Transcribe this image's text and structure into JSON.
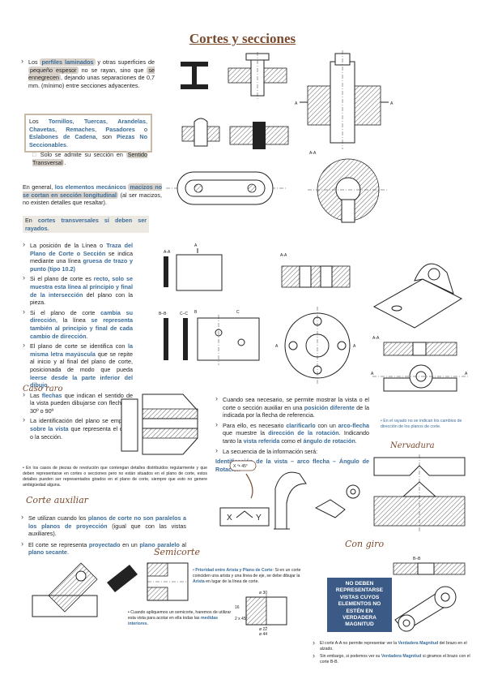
{
  "title": "Cortes y secciones",
  "s1": {
    "p1": [
      "Los ",
      "perfiles laminados",
      " y otras superficies de ",
      "pequeño espesor",
      " no se rayan, sino que ",
      "se ennegrecen",
      ", dejando unas separaciones de 0,7 mm. (mínimo) entre secciones adyacentes."
    ]
  },
  "s2": {
    "p1": [
      "Los ",
      "Tornillos",
      ", ",
      "Tuercas",
      ", ",
      "Arandelas",
      ", ",
      "Chavetas",
      ", ",
      "Remaches",
      ", ",
      "Pasadores",
      " o ",
      "Eslabones de Cadena",
      ", son ",
      "Piezas No Seccionables",
      "."
    ],
    "p2": [
      "Solo se admite su sección en ",
      "Sentido Transversal",
      "."
    ]
  },
  "s3": {
    "p1": [
      "En general, ",
      "los elementos mecánicos ",
      "macizos no se cortan en sección longitudinal",
      " (al ser macizos, no existen detalles que resaltar)."
    ],
    "p2": [
      "En ",
      "cortes transversales",
      " ",
      "sí deben ser rayados",
      "."
    ]
  },
  "s4": {
    "items": [
      [
        "La posición de la Línea o ",
        "Traza del Plano de Corte o Sección",
        " se indica mediante una línea ",
        "gruesa de trazo y punto (tipo 10.2)",
        ""
      ],
      [
        "Si el plano de corte es ",
        "recto, solo se muestra esta línea al principio y final de la intersección",
        " del plano con la pieza.",
        "",
        ""
      ],
      [
        "Si el plano de corte ",
        "cambia su dirección",
        ", la línea ",
        "se representa también al principio y final de cada cambio de dirección",
        "."
      ],
      [
        "El plano de corte se identifica con ",
        "la misma letra mayúscula",
        " que se repite al inicio y al final del plano de corte, posicionada de modo que pueda ",
        "leerse desde la parte inferior del dibujo",
        "."
      ],
      [
        "Las ",
        "flechas",
        " que indican el sentido de la vista pueden dibujarse con flechas a 30º o 90º",
        "",
        ""
      ],
      [
        "La identificación del plano se emplaza ",
        "sobre la vista",
        " que representa el corte o la sección.",
        "",
        ""
      ]
    ]
  },
  "s5": {
    "items": [
      [
        "Cuando sea necesario, se permite mostrar la vista o el corte o sección auxiliar en una ",
        "posición diferente",
        " de la indicada por la flecha de referencia.",
        "",
        ""
      ],
      [
        "Para ello, es necesario ",
        "clarificarlo",
        " con un ",
        "arco-flecha",
        " que muestre la ",
        "dirección de la rotación",
        ". Indicando tanto la ",
        "vista referida",
        " como el ",
        "ángulo de rotación",
        "."
      ],
      [
        "La secuencia de la información será:"
      ]
    ],
    "sequence": "Identificación de la vista – arco flecha – Ángulo de Rotación",
    "note": "En el rayado no se indican los cambios de dirección de los planos de corte."
  },
  "caso_raro": "Caso raro",
  "nervadura": "Nervadura",
  "revol": "En los casos de piezas de revolución que contengan detalles distribuidos regularmente y que deben representarse en cortes o secciones pero no están situados en el plano de corte, estos detalles pueden ser representados girados en el plano de corte, siempre que esto no genere ambigüedad alguna.",
  "auxiliar": {
    "heading": "Corte auxiliar",
    "items": [
      [
        "Se utilizan cuando los ",
        "planos de corte no son paralelos a los planos de proyección",
        " (igual que con las vistas auxiliares)."
      ],
      [
        "El corte se representa ",
        "proyectado",
        " en un ",
        "plano paralelo",
        " al ",
        "plano secante",
        "."
      ]
    ]
  },
  "semicorte": {
    "heading": "Semicorte",
    "p1": [
      "Prioridad entre Arista y Plano de Corte",
      ": Si en un corte coinciden una arista y una línea de eje, se debe dibujar la ",
      "Arista",
      " en lugar de la línea de corte."
    ],
    "p2": [
      "Cuando apliquemos un semicorte, haremos de utilizar esta vista para acotar en ella todas las ",
      "medidas interiores",
      "."
    ]
  },
  "giro": {
    "heading": "Con giro",
    "box": "NO DEBEN REPRESENTARSE VISTAS CUYOS ELEMENTOS NO ESTÉN EN VERDADERA MAGNITUD",
    "items": [
      [
        "El corte A-A no permite representar ver la ",
        "Verdadera Magnitud",
        " del brazo en el alzado."
      ],
      [
        "Sin embargo, si podemos ver su ",
        "Verdadera Magnitud",
        " si giramos el brazo con el corte B-B."
      ]
    ]
  },
  "labels": {
    "a": "A",
    "aa": "A-A",
    "b": "B",
    "bb": "B–B",
    "cc": "C–C",
    "c": "C",
    "x": "X",
    "y": "Y",
    "d30": "ø 30",
    "d22": "ø 22",
    "d44": "ø 44",
    "h16": "16",
    "h2x45": "2 x 45°",
    "rot": "X ↷ 45°"
  },
  "colors": {
    "accent": "#7a4a2e",
    "blue": "#3c6d9a",
    "highlight": "#d8d2ca",
    "navy": "#3c5a86"
  }
}
